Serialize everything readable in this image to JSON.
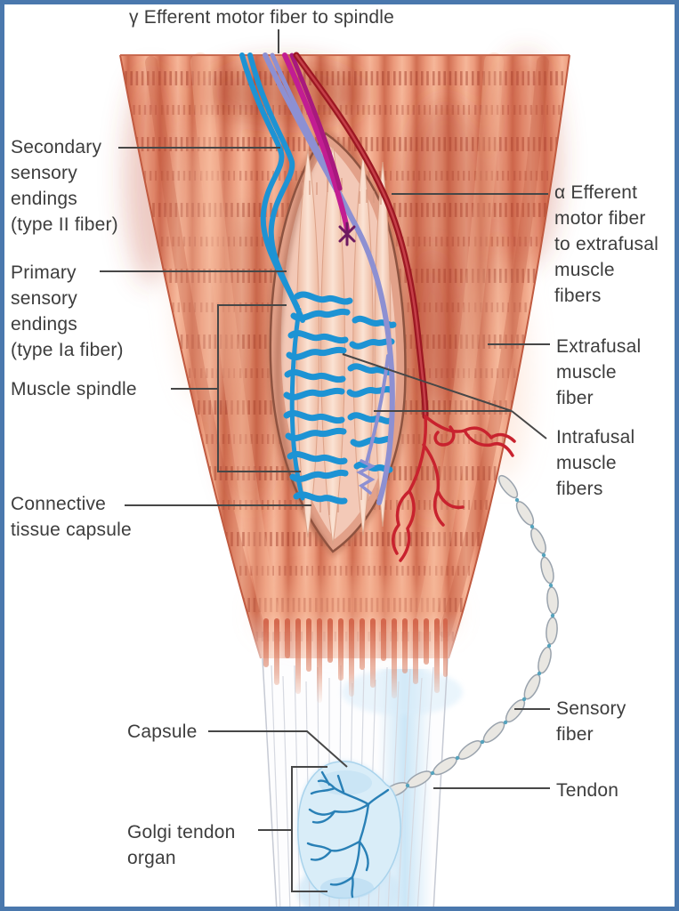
{
  "labels": {
    "gamma_efferent": "γ Efferent motor fiber to spindle",
    "secondary_sensory": "Secondary\nsensory\nendings\n(type II fiber)",
    "primary_sensory": "Primary\nsensory\nendings\n(type Ia fiber)",
    "muscle_spindle": "Muscle spindle",
    "connective_tissue": "Connective\ntissue capsule",
    "alpha_efferent": "α Efferent\nmotor fiber\nto extrafusal\nmuscle\nfibers",
    "extrafusal": "Extrafusal\nmuscle\nfiber",
    "intrafusal": "Intrafusal\nmuscle\nfibers",
    "sensory_fiber": "Sensory\nfiber",
    "tendon": "Tendon",
    "capsule": "Capsule",
    "golgi_tendon_organ": "Golgi tendon\norgan"
  },
  "colors": {
    "frame_border": "#4a78ad",
    "leader_line": "#474747",
    "label_text": "#3d3d3d",
    "muscle_fill": "#e8906f",
    "sensory_fiber_blue": "#1d93d4",
    "purple_fiber": "#8d90d2",
    "gamma_motor_magenta": "#c21d92",
    "alpha_motor_red": "#9c1722",
    "golgi_organ_fill": "#d9edf8",
    "golgi_nerve_blue": "#2980b6",
    "sensory_chain_bead": "#e9e7e2"
  }
}
